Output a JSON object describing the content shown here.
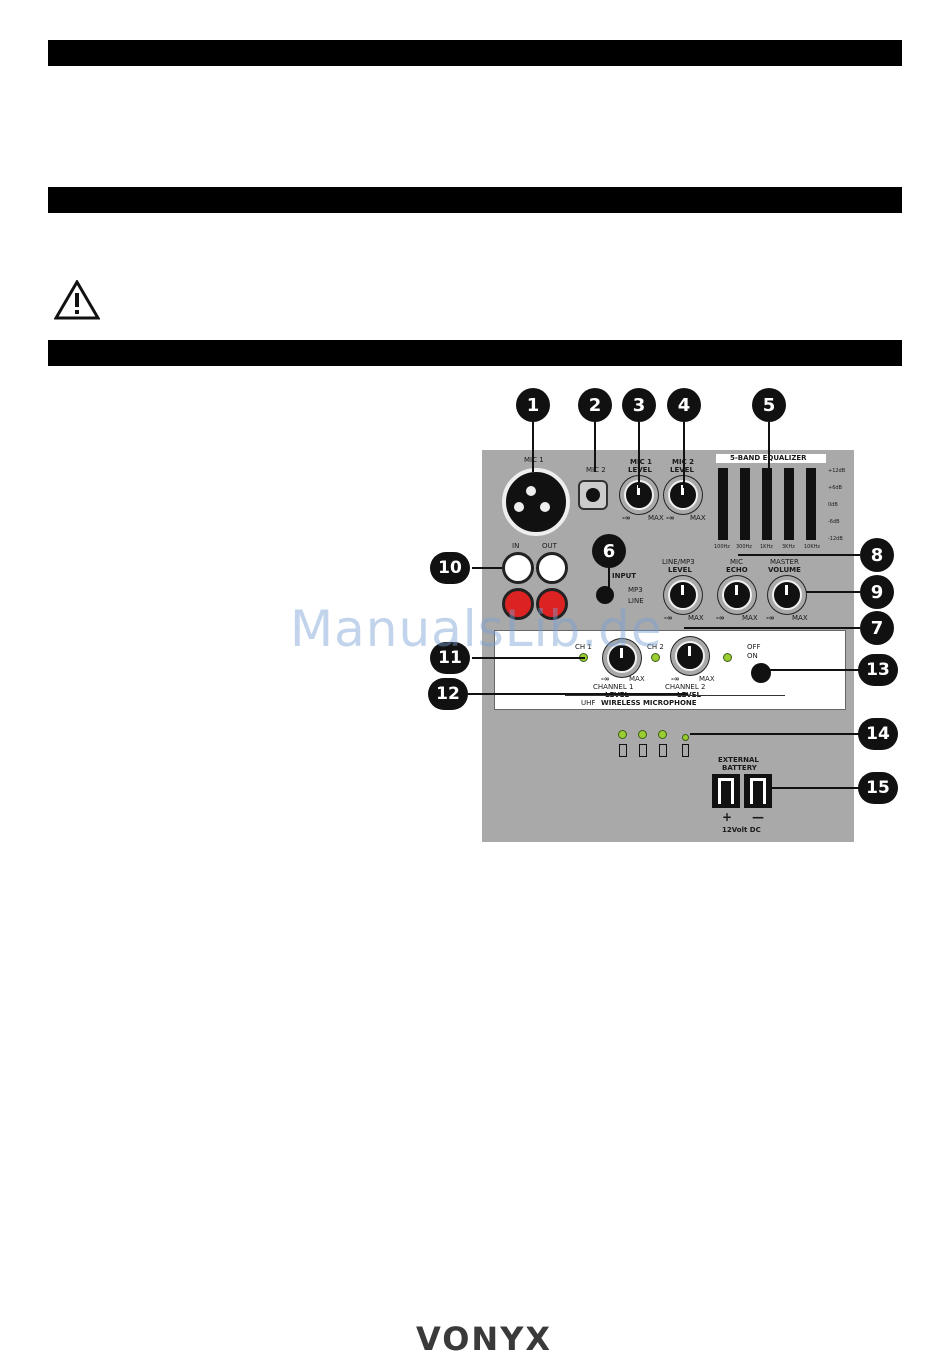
{
  "bars": [
    "",
    "",
    ""
  ],
  "panel": {
    "mic1": "MIC 1",
    "mic2": "MIC 2",
    "mic1_level": [
      "MIC 1",
      "LEVEL"
    ],
    "mic2_level": [
      "MIC 2",
      "LEVEL"
    ],
    "eq_title": "5-BAND EQUALIZER",
    "eq_freqs": [
      "100Hz",
      "300Hz",
      "1KHz",
      "3KHz",
      "10KHz"
    ],
    "eq_db": [
      "+12dB",
      "+6dB",
      "0dB",
      "-6dB",
      "-12dB"
    ],
    "in": "IN",
    "out": "OUT",
    "input": "INPUT",
    "mp3": "MP3",
    "line": "LINE",
    "line_mp3_level": [
      "LINE/MP3",
      "LEVEL"
    ],
    "mic_echo": [
      "MIC",
      "ECHO"
    ],
    "master_volume": [
      "MASTER",
      "VOLUME"
    ],
    "min": "-∞",
    "max": "MAX",
    "ch1": "CH 1",
    "ch2": "CH 2",
    "off": "OFF",
    "on": "ON",
    "channel1": [
      "CHANNEL 1",
      "LEVEL"
    ],
    "channel2": [
      "CHANNEL 2",
      "LEVEL"
    ],
    "uhf": "UHF",
    "wireless": "WIRELESS MICROPHONE",
    "ext_battery": [
      "EXTERNAL",
      "BATTERY"
    ],
    "plus": "+",
    "minus": "—",
    "volt": "12Volt DC"
  },
  "callouts": [
    "1",
    "2",
    "3",
    "4",
    "5",
    "6",
    "7",
    "8",
    "9",
    "10",
    "11",
    "12",
    "13",
    "14",
    "15"
  ],
  "watermark": "ManualsLib.de",
  "brand": "VONYX"
}
